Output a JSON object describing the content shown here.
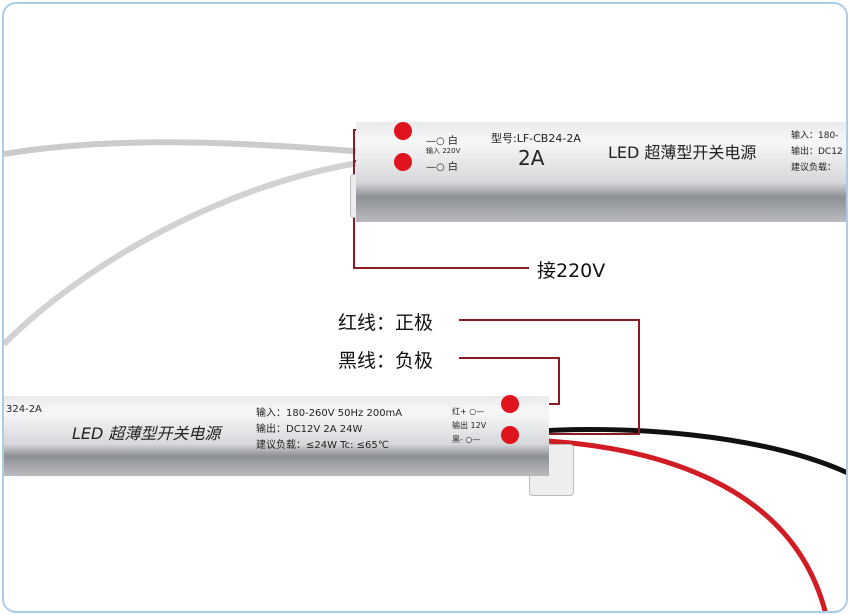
{
  "top_unit": {
    "input_terminal_1": "—○ 白",
    "input_label": "输入 220V",
    "input_terminal_2": "—○ 白",
    "model": "型号:LF-CB24-2A",
    "current": "2A",
    "title": "LED 超薄型开关电源",
    "spec_input": "输入：180-",
    "spec_output": "输出：DC12",
    "spec_load": "建议负载："
  },
  "bottom_unit": {
    "model_fragment": "324-2A",
    "title": "LED 超薄型开关电源",
    "spec_input": "输入：180-260V  50Hz  200mA",
    "spec_output": "输出：DC12V  2A  24W",
    "spec_load": "建议负载：≤24W   Tc: ≤65℃",
    "terminal_red": "红+ ○—",
    "output_label": "输出 12V",
    "terminal_black": "黑- ○—"
  },
  "annotations": {
    "ac_input": "接220V",
    "red_wire": "红线：正极",
    "black_wire": "黑线：负极"
  },
  "colors": {
    "marker": "#e0141e",
    "leader_line": "#8b1a22",
    "frame": "#a9cde6"
  }
}
